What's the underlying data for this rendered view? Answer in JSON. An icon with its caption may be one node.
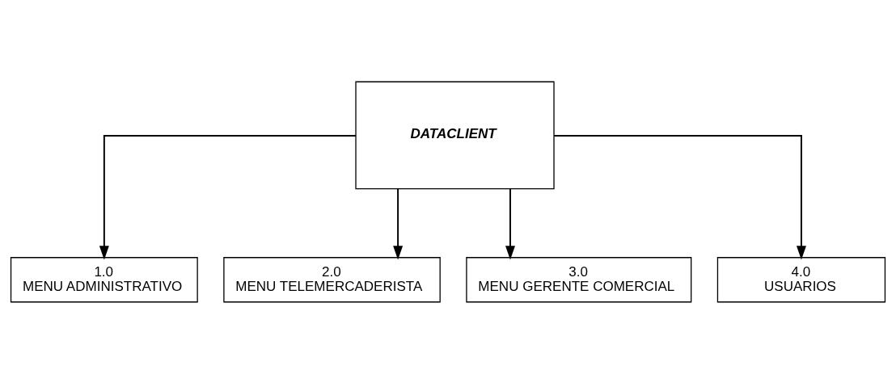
{
  "diagram": {
    "nodes": [
      {
        "text": [
          "DATACLIENT"
        ]
      },
      {
        "text": [
          "1.0",
          "MENU ADMINISTRATIVO"
        ]
      },
      {
        "text": [
          "2.0",
          "MENU TELEMERCADERISTA"
        ]
      },
      {
        "text": [
          "3.0",
          "MENU GERENTE COMERCIAL"
        ]
      },
      {
        "text": [
          "4.0",
          "USUARIOS"
        ]
      }
    ],
    "edges": [
      {
        "from": 0,
        "to": 1,
        "arrow": "to"
      },
      {
        "from": 0,
        "to": 2,
        "arrow": "to"
      },
      {
        "from": 0,
        "to": 3,
        "arrow": "to"
      },
      {
        "from": 0,
        "to": 4,
        "arrow": "to"
      }
    ]
  }
}
